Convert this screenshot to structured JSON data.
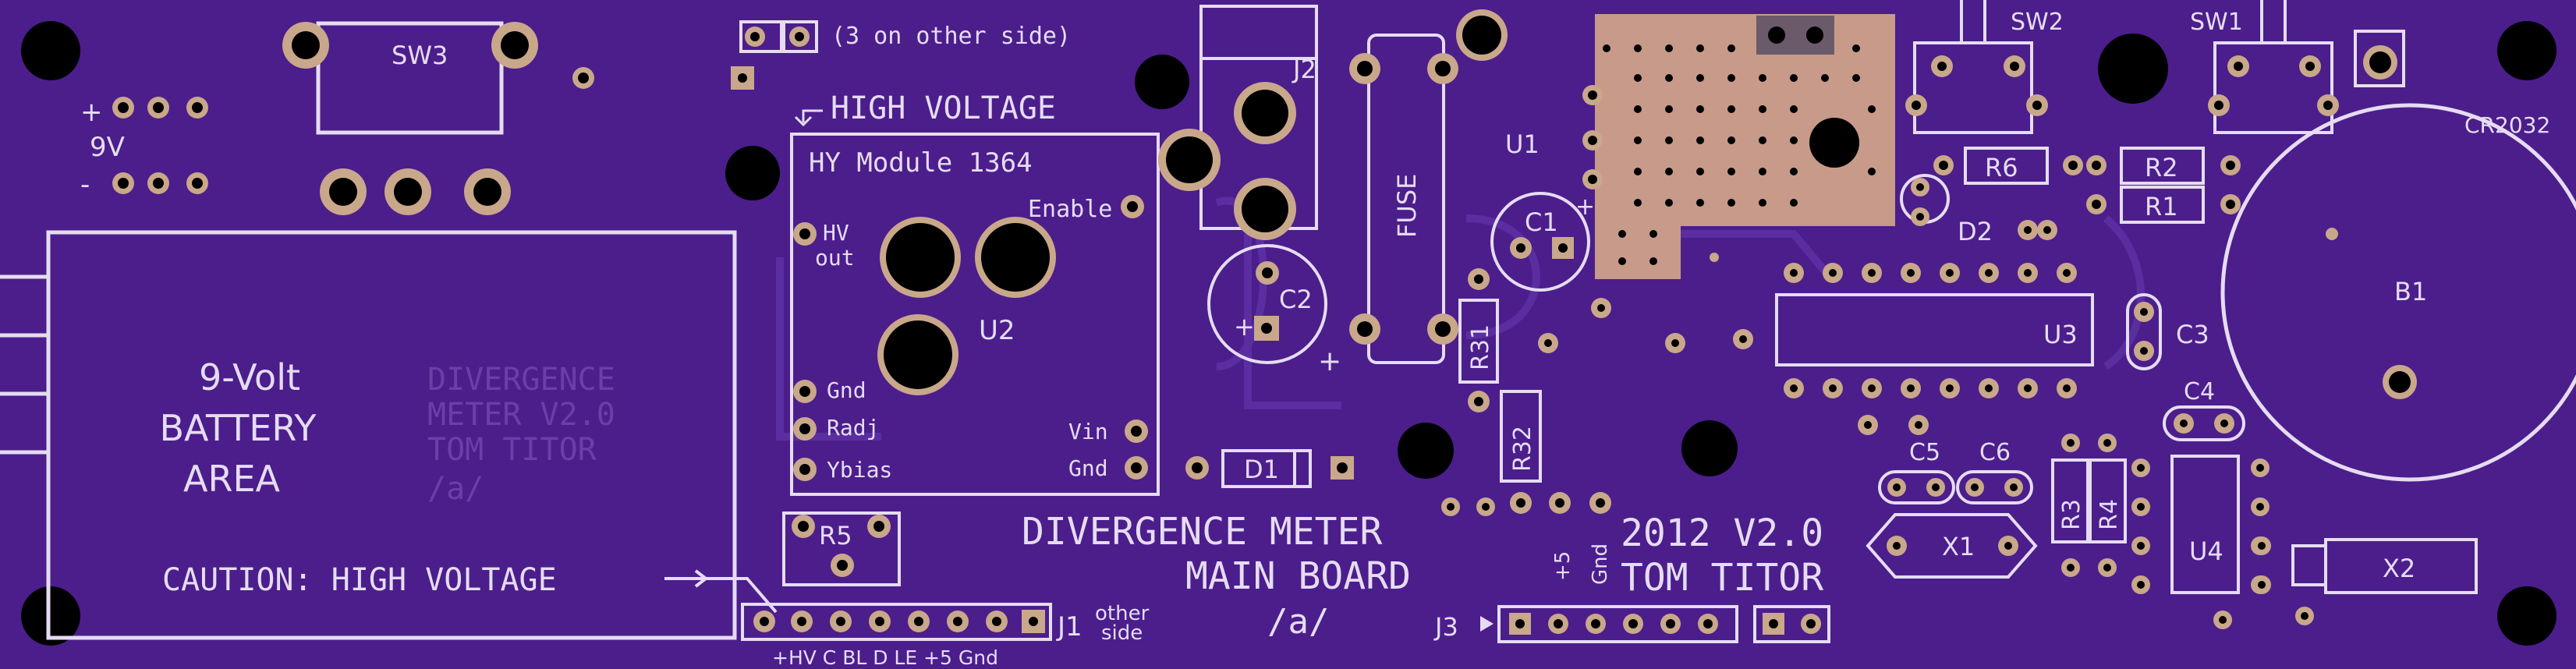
{
  "colors": {
    "board": "#4b1e8c",
    "trace": "#5a2ea0",
    "silkscreen": "#e6dcf2",
    "copper_pad": "#c9a78a",
    "hole": "#000000",
    "copper_pour": "#c79a8a"
  },
  "labels": {
    "sw3": "SW3",
    "sw2": "SW2",
    "sw1": "SW1",
    "plus": "+",
    "minus": "-",
    "nine_v": "9V",
    "other_side_note": "(3 on other side)",
    "high_voltage": "HIGH VOLTAGE",
    "hv_module": "HY Module 1364",
    "enable": "Enable",
    "hv": "HV",
    "out": "out",
    "gnd": "Gnd",
    "radj": "Radj",
    "ybias": "Ybias",
    "vin": "Vin",
    "u2": "U2",
    "j2": "J2",
    "c2": "C2",
    "fuse": "FUSE",
    "u1": "U1",
    "c1": "C1",
    "r31": "R31",
    "r32": "R32",
    "d1": "D1",
    "r6": "R6",
    "r2": "R2",
    "r1": "R1",
    "d2": "D2",
    "u3": "U3",
    "c3": "C3",
    "c4": "C4",
    "c5": "C5",
    "c6": "C6",
    "x1": "X1",
    "r3": "R3",
    "r4": "R4",
    "u4": "U4",
    "x2": "X2",
    "b1": "B1",
    "cr2032": "CR2032",
    "r5": "R5",
    "battery_line1": "9-Volt",
    "battery_line2": "BATTERY",
    "battery_line3": "AREA",
    "caution": "CAUTION: HIGH VOLTAGE",
    "board_title1": "DIVERGENCE METER",
    "board_title2": "MAIN BOARD",
    "slash_a": "/a/",
    "year_version": "2012 V2.0",
    "author": "TOM TITOR",
    "j1": "J1",
    "other": "other",
    "side": "side",
    "j1_pins": "+HV C BL D LE +5 Gnd",
    "j3": "J3",
    "plus5": "+5",
    "bottom_line1": "DIVERGENCE",
    "bottom_line2": "METER V2.0",
    "bottom_line3": "TOM TITOR",
    "bottom_line4": "/a/"
  }
}
